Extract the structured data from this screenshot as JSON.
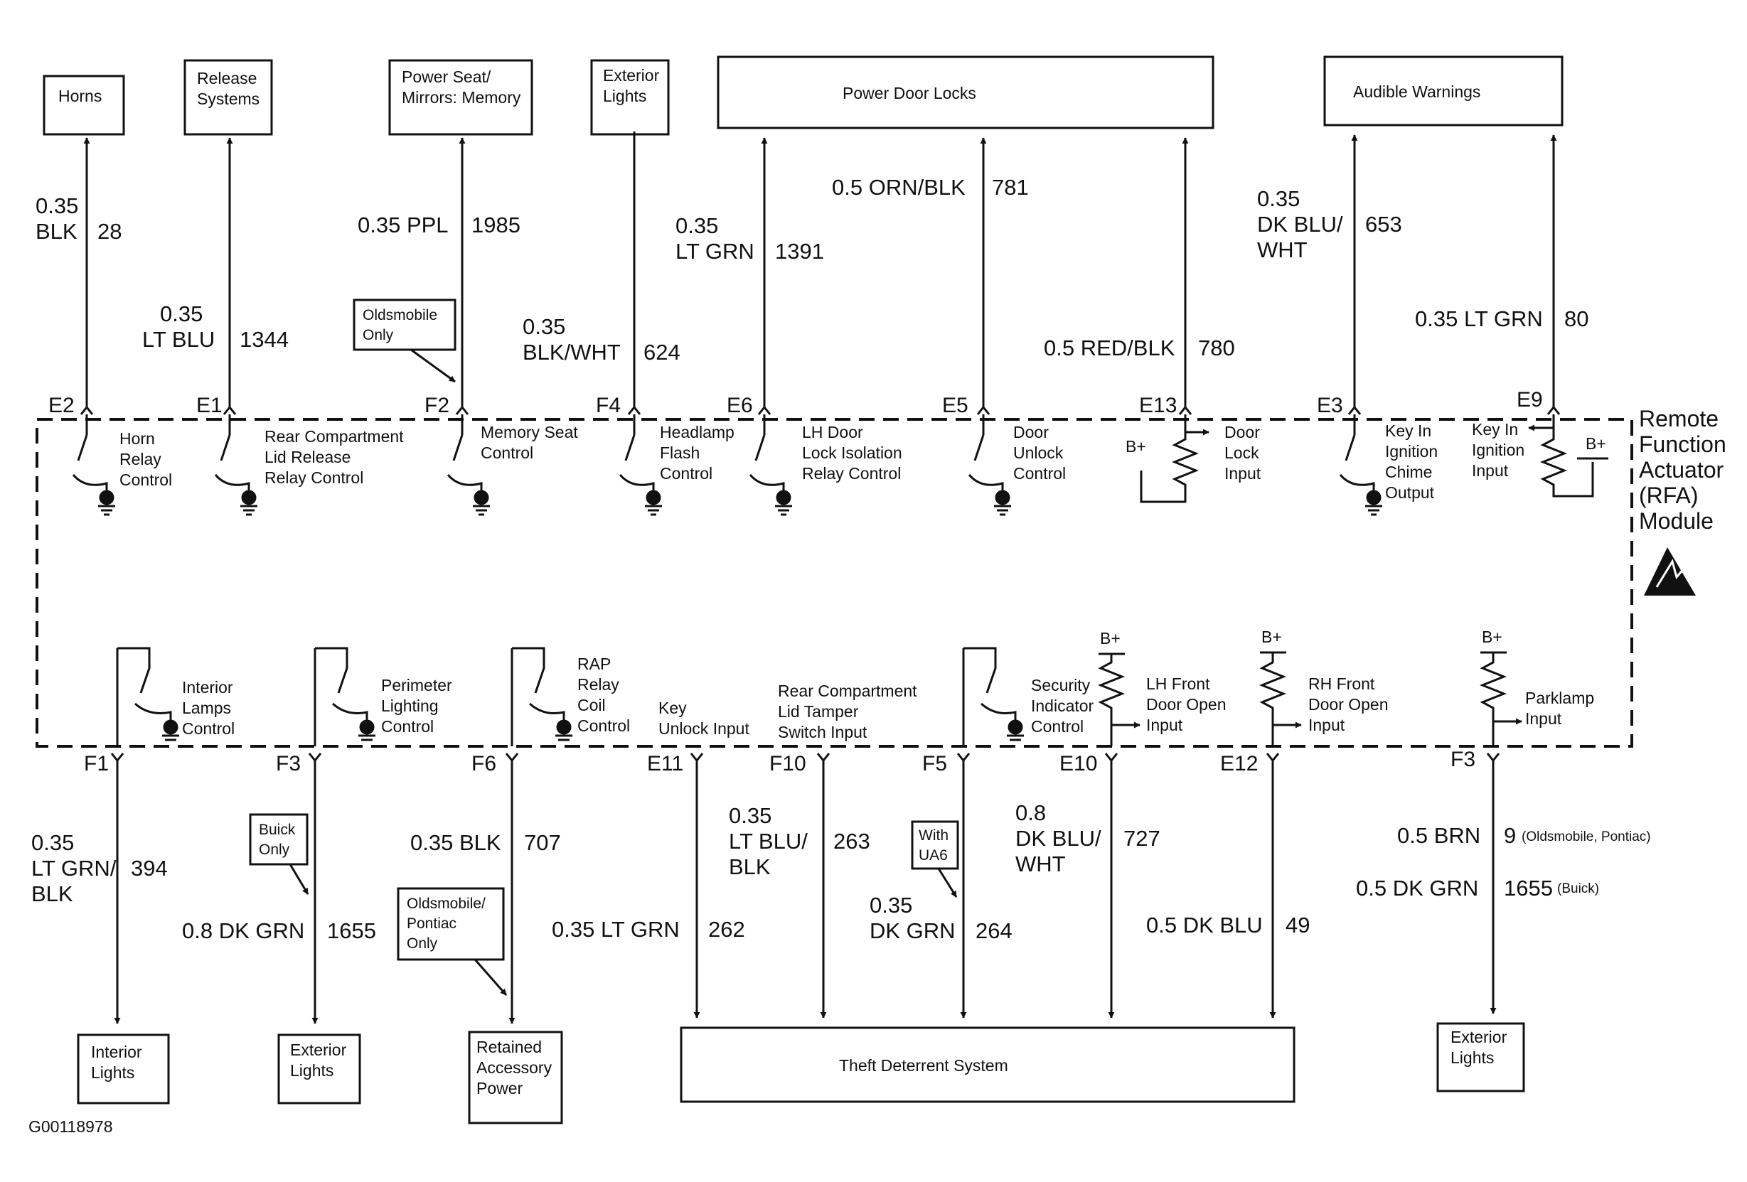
{
  "diagram_id": "G00118978",
  "module": {
    "lines": [
      "Remote",
      "Function",
      "Actuator",
      "(RFA)",
      "Module"
    ]
  },
  "power_symbol": "B+",
  "top_boxes": {
    "horns": [
      "Horns"
    ],
    "release": [
      "Release",
      "Systems"
    ],
    "power_seat": [
      "Power Seat/",
      "Mirrors: Memory"
    ],
    "exterior_top": [
      "Exterior",
      "Lights"
    ],
    "door_locks": [
      "Power Door Locks"
    ],
    "audible": [
      "Audible Warnings"
    ]
  },
  "bottom_boxes": {
    "interior": [
      "Interior",
      "Lights"
    ],
    "exterior_f3": [
      "Exterior",
      "Lights"
    ],
    "rap": [
      "Retained",
      "Accessory",
      "Power"
    ],
    "theft": [
      "Theft Deterrent System"
    ],
    "exterior_right": [
      "Exterior",
      "Lights"
    ]
  },
  "notes": {
    "oldsmobile_only": [
      "Oldsmobile",
      "Only"
    ],
    "buick_only": [
      "Buick",
      "Only"
    ],
    "olds_pontiac_only": [
      "Oldsmobile/",
      "Pontiac",
      "Only"
    ],
    "with_ua6": [
      "With",
      "UA6"
    ]
  },
  "top_circuits": {
    "e2": {
      "pin": "E2",
      "wire": [
        "0.35",
        "BLK"
      ],
      "circuit": "28",
      "function": [
        "Horn",
        "Relay",
        "Control"
      ]
    },
    "e1": {
      "pin": "E1",
      "wire": [
        "0.35",
        "LT BLU"
      ],
      "circuit": "1344",
      "function": [
        "Rear Compartment",
        "Lid Release",
        "Relay Control"
      ]
    },
    "f2": {
      "pin": "F2",
      "wire": [
        "0.35 PPL"
      ],
      "circuit": "1985",
      "function": [
        "Memory Seat",
        "Control"
      ]
    },
    "f4": {
      "pin": "F4",
      "wire": [
        "0.35",
        "BLK/WHT"
      ],
      "circuit": "624",
      "function": [
        "Headlamp",
        "Flash",
        "Control"
      ]
    },
    "e6": {
      "pin": "E6",
      "wire": [
        "0.35",
        "LT GRN"
      ],
      "circuit": "1391",
      "function": [
        "LH Door",
        "Lock Isolation",
        "Relay Control"
      ]
    },
    "e5": {
      "pin": "E5",
      "wire": [
        "0.5 ORN/BLK"
      ],
      "circuit": "781",
      "function": [
        "Door",
        "Unlock",
        "Control"
      ]
    },
    "e13": {
      "pin": "E13",
      "wire": [
        "0.5 RED/BLK"
      ],
      "circuit": "780",
      "function": [
        "Door",
        "Lock",
        "Input"
      ]
    },
    "e3": {
      "pin": "E3",
      "wire": [
        "0.35",
        "DK BLU/",
        "WHT"
      ],
      "circuit": "653",
      "function": [
        "Key In",
        "Ignition",
        "Chime",
        "Output"
      ]
    },
    "e9": {
      "pin": "E9",
      "wire": [
        "0.35 LT GRN"
      ],
      "circuit": "80",
      "function": [
        "Key In",
        "Ignition",
        "Input"
      ]
    }
  },
  "bottom_circuits": {
    "f1": {
      "pin": "F1",
      "wire": [
        "0.35",
        "LT GRN/",
        "BLK"
      ],
      "circuit": "394",
      "function": [
        "Interior",
        "Lamps",
        "Control"
      ]
    },
    "f3a": {
      "pin": "F3",
      "wire": [
        "0.8 DK GRN"
      ],
      "circuit": "1655",
      "function": [
        "Perimeter",
        "Lighting",
        "Control"
      ]
    },
    "f6": {
      "pin": "F6",
      "wire": [
        "0.35 BLK"
      ],
      "circuit": "707",
      "function": [
        "RAP",
        "Relay",
        "Coil",
        "Control"
      ]
    },
    "e11": {
      "pin": "E11",
      "wire": [
        "0.35 LT GRN"
      ],
      "circuit": "262",
      "function": [
        "Key",
        "Unlock Input"
      ]
    },
    "f10": {
      "pin": "F10",
      "wire": [
        "0.35",
        "LT BLU/",
        "BLK"
      ],
      "circuit": "263",
      "function": [
        "Rear Compartment",
        "Lid Tamper",
        "Switch Input"
      ]
    },
    "f5": {
      "pin": "F5",
      "wire": [
        "0.35",
        "DK GRN"
      ],
      "circuit": "264",
      "function": [
        "Security",
        "Indicator",
        "Control"
      ]
    },
    "e10": {
      "pin": "E10",
      "wire": [
        "0.8",
        "DK BLU/",
        "WHT"
      ],
      "circuit": "727",
      "function": [
        "LH Front",
        "Door Open",
        "Input"
      ]
    },
    "e12": {
      "pin": "E12",
      "wire": [
        "0.5 DK BLU"
      ],
      "circuit": "49",
      "function": [
        "RH Front",
        "Door Open",
        "Input"
      ]
    },
    "f3b": {
      "pin": "F3",
      "wire_a": "0.5 BRN",
      "circuit_a": "9",
      "note_a": "(Oldsmobile, Pontiac)",
      "wire_b": "0.5 DK GRN",
      "circuit_b": "1655",
      "note_b": "(Buick)",
      "function": [
        "Parklamp",
        "Input"
      ]
    }
  }
}
